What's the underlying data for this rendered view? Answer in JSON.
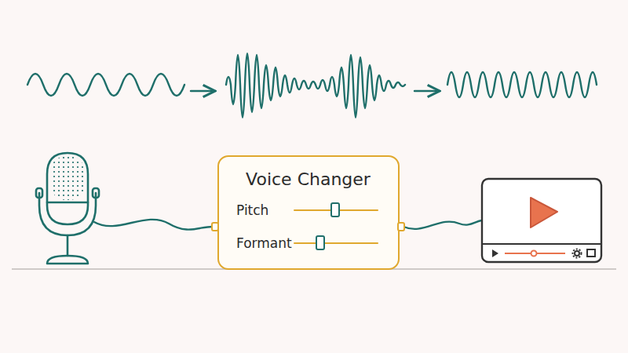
{
  "diagram": {
    "nodes": [
      {
        "text": [
          "Voice Changer",
          "Pitch",
          "Formant"
        ]
      }
    ]
  }
}
